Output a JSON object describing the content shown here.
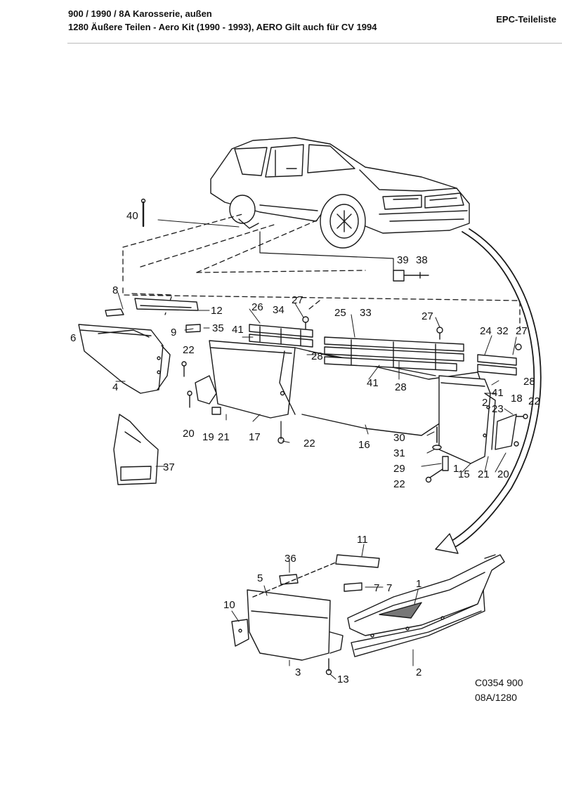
{
  "header": {
    "line1": "900 / 1990 / 8A Karosserie, außen",
    "line2": "1280 Äußere Teilen - Aero Kit   (1990 - 1993), AERO   Gilt auch für CV 1994",
    "catalog": "EPC-Teileliste"
  },
  "footer": {
    "drawing_code": "C0354 900",
    "group_code": "08A/1280"
  },
  "callouts": {
    "c40": "40",
    "c39": "39",
    "c38": "38",
    "c8": "8",
    "c12": "12",
    "c6": "6",
    "c9": "9",
    "c35": "35",
    "c4": "4",
    "c26": "26",
    "c34": "34",
    "c27a": "27",
    "c25": "25",
    "c33": "33",
    "c27b": "27",
    "c24": "24",
    "c32": "32",
    "c27c": "27",
    "c41a": "41",
    "c28a": "28",
    "c22a": "22",
    "c41b": "41",
    "c28b": "28",
    "c28c": "28",
    "c41c": "41",
    "c23a": "2",
    "c23": "23",
    "c18": "18",
    "c22b": "22",
    "c20a": "20",
    "c19": "19",
    "c21a": "21",
    "c17": "17",
    "c22c": "22",
    "c16": "16",
    "c30": "30",
    "c31": "31",
    "c29": "29",
    "c1a": "1",
    "c15": "15",
    "c21b": "21",
    "c20b": "20",
    "c22d": "22",
    "c37": "37",
    "c11": "11",
    "c36": "36",
    "c5": "5",
    "c7a": "7",
    "c7b": "7",
    "c1": "1",
    "c10": "10",
    "c3": "3",
    "c13": "13",
    "c2": "2"
  }
}
